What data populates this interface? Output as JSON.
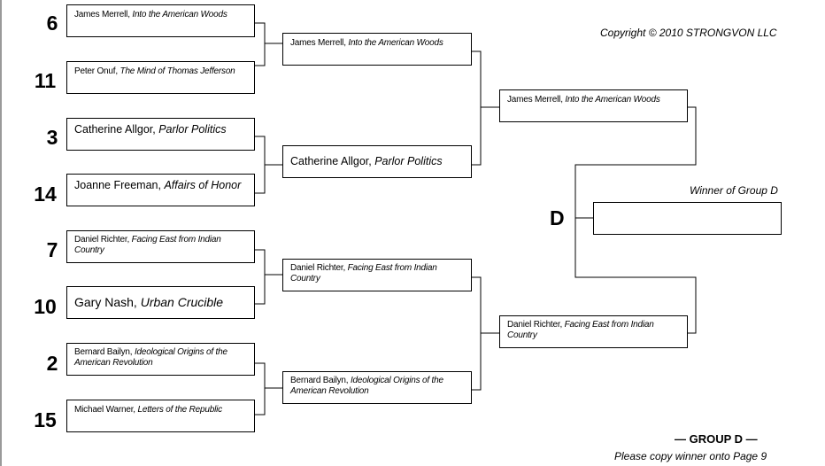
{
  "copyright": "Copyright © 2010 STRONGVON LLC",
  "region_letter": "D",
  "winner_label": "Winner of Group D",
  "winner_value": "",
  "group_label": "— GROUP D —",
  "note": "Please copy winner onto Page 9",
  "round1": [
    {
      "seed": "6",
      "author": "James Merrell, ",
      "title": "Into the American Woods"
    },
    {
      "seed": "11",
      "author": "Peter Onuf, ",
      "title": "The Mind of Thomas Jefferson"
    },
    {
      "seed": "3",
      "author": "Catherine Allgor, ",
      "title": "Parlor Politics"
    },
    {
      "seed": "14",
      "author": "Joanne Freeman, ",
      "title": "Affairs of Honor"
    },
    {
      "seed": "7",
      "author": "Daniel Richter, ",
      "title": "Facing East from Indian Country"
    },
    {
      "seed": "10",
      "author": "Gary Nash, ",
      "title": "Urban Crucible"
    },
    {
      "seed": "2",
      "author": "Bernard Bailyn, ",
      "title": "Ideological Origins of the American Revolution"
    },
    {
      "seed": "15",
      "author": "Michael Warner, ",
      "title": "Letters of the Republic"
    }
  ],
  "round2": [
    {
      "author": "James Merrell, ",
      "title": "Into the American Woods"
    },
    {
      "author": "Catherine Allgor, ",
      "title": "Parlor Politics"
    },
    {
      "author": "Daniel Richter, ",
      "title": "Facing East from Indian Country"
    },
    {
      "author": "Bernard Bailyn, ",
      "title": "Ideological Origins of the American Revolution"
    }
  ],
  "round3": [
    {
      "author": "James Merrell, ",
      "title": "Into the American Woods"
    },
    {
      "author": "Daniel Richter, ",
      "title": "Facing East from Indian Country"
    }
  ]
}
